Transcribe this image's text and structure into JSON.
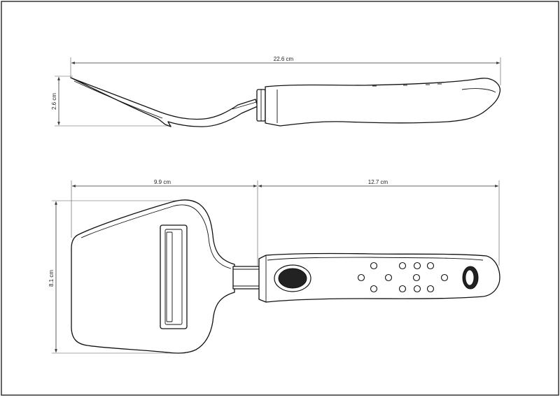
{
  "dimensions": {
    "total_length": "22.6 cm",
    "side_height": "2.6 cm",
    "blade_length": "9.9 cm",
    "handle_length": "12.7 cm",
    "blade_width": "8.1 cm"
  }
}
